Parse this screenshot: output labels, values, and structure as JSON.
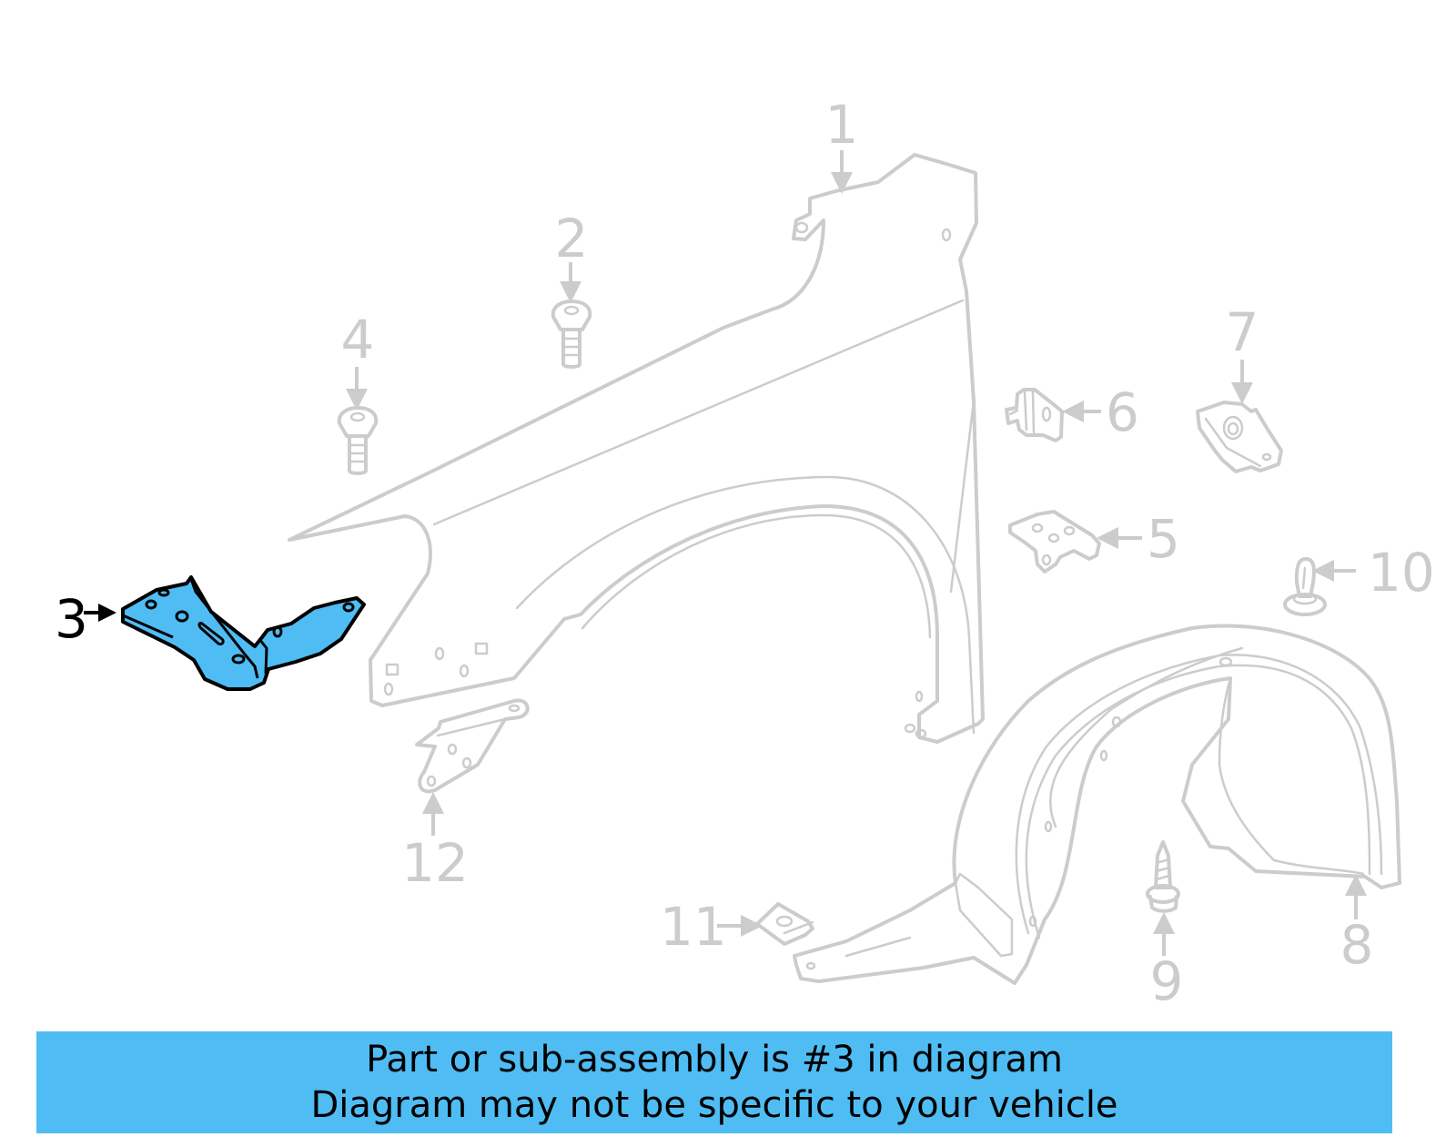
{
  "diagram": {
    "highlighted_part": "3",
    "colors": {
      "highlight_fill": "#4fbdf4",
      "highlight_outline": "#000000",
      "inactive_line": "#cccccc",
      "banner_bg": "#4fbdf4"
    },
    "callouts": [
      {
        "id": "1",
        "label": "1",
        "part": "fender"
      },
      {
        "id": "2",
        "label": "2",
        "part": "bolt"
      },
      {
        "id": "3",
        "label": "3",
        "part": "fender bracket (highlighted)"
      },
      {
        "id": "4",
        "label": "4",
        "part": "bolt"
      },
      {
        "id": "5",
        "label": "5",
        "part": "bracket"
      },
      {
        "id": "6",
        "label": "6",
        "part": "bracket"
      },
      {
        "id": "7",
        "label": "7",
        "part": "bracket"
      },
      {
        "id": "8",
        "label": "8",
        "part": "fender liner"
      },
      {
        "id": "9",
        "label": "9",
        "part": "screw"
      },
      {
        "id": "10",
        "label": "10",
        "part": "clip"
      },
      {
        "id": "11",
        "label": "11",
        "part": "clip nut"
      },
      {
        "id": "12",
        "label": "12",
        "part": "bracket"
      }
    ]
  },
  "banner": {
    "line1": "Part or sub-assembly is #3 in diagram",
    "line2": "Diagram may not be specific to your vehicle"
  }
}
